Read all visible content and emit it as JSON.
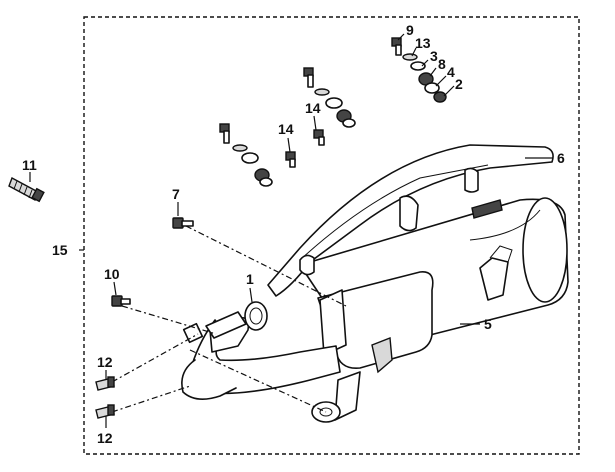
{
  "diagram": {
    "callouts": [
      {
        "id": "c1",
        "label": "1"
      },
      {
        "id": "c2",
        "label": "2"
      },
      {
        "id": "c3",
        "label": "3"
      },
      {
        "id": "c4",
        "label": "4"
      },
      {
        "id": "c5",
        "label": "5"
      },
      {
        "id": "c6",
        "label": "6"
      },
      {
        "id": "c7",
        "label": "7"
      },
      {
        "id": "c8",
        "label": "8"
      },
      {
        "id": "c9",
        "label": "9"
      },
      {
        "id": "c10",
        "label": "10"
      },
      {
        "id": "c11",
        "label": "11"
      },
      {
        "id": "c12a",
        "label": "12"
      },
      {
        "id": "c12b",
        "label": "12"
      },
      {
        "id": "c13",
        "label": "13"
      },
      {
        "id": "c14a",
        "label": "14"
      },
      {
        "id": "c14b",
        "label": "14"
      },
      {
        "id": "c15",
        "label": "15"
      }
    ]
  }
}
